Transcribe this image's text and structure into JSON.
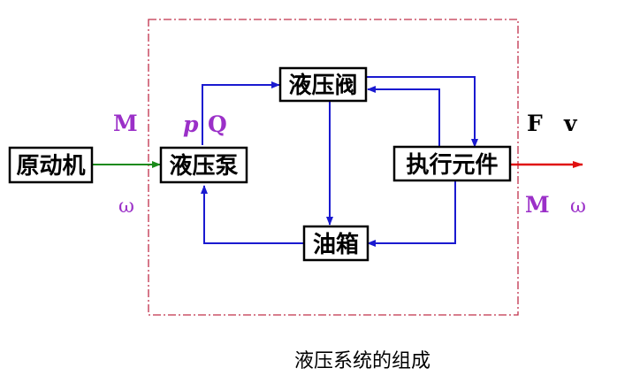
{
  "nodes": {
    "prime_mover": "原动机",
    "pump": "液压泵",
    "valve": "液压阀",
    "actuator": "执行元件",
    "tank": "油箱"
  },
  "labels": {
    "input_torque": "M",
    "input_speed": "ω",
    "pump_pressure": "p",
    "pump_flow": "Q",
    "output_force": "F",
    "output_velocity": "v",
    "output_torque": "M",
    "output_speed": "ω"
  },
  "caption": "液压系统的组成",
  "colors": {
    "system_boundary": "#c0304a",
    "oil_lines": "#1a1ad0",
    "input_arrow": "#1a8a1a",
    "output_arrow": "#e01010",
    "labels": "#9b30c8"
  }
}
